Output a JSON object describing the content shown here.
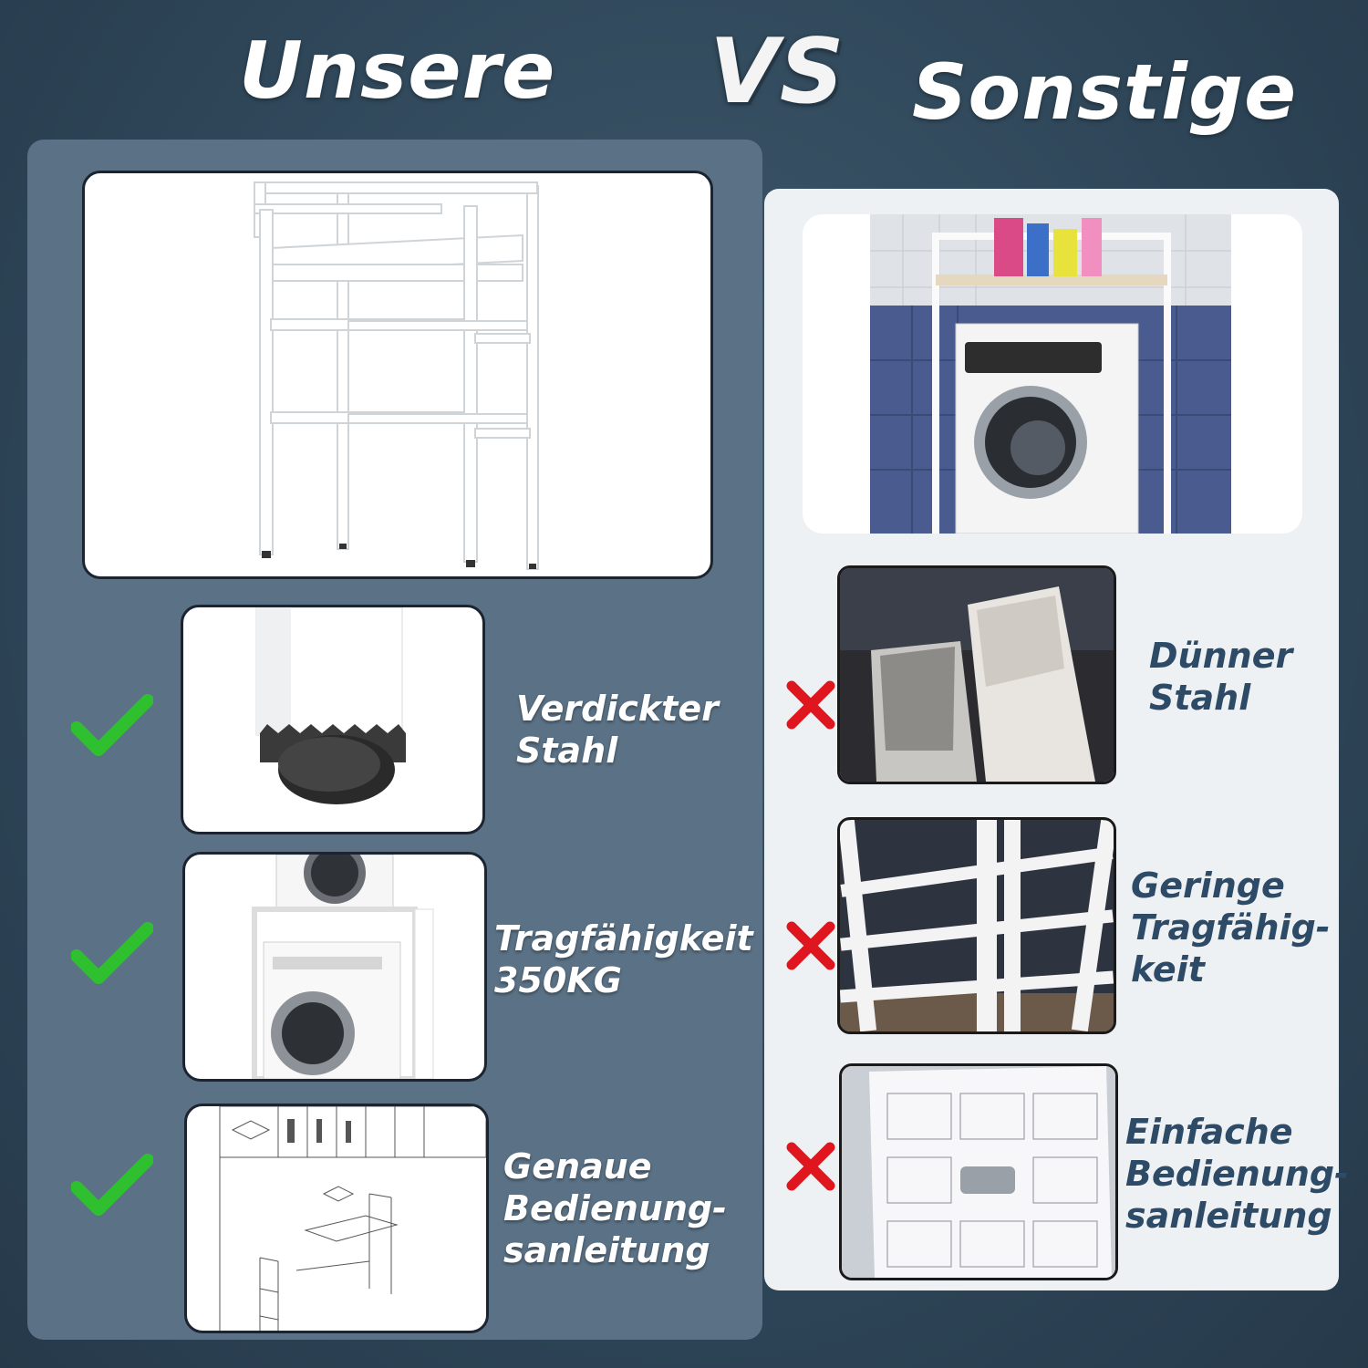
{
  "headings": {
    "left": "Unsere",
    "vs": "VS",
    "right": "Sonstige"
  },
  "ours": {
    "features": [
      {
        "line1": "Verdickter",
        "line2": "Stahl",
        "icon": "check-icon"
      },
      {
        "line1": "Tragfähigkeit",
        "line2": "350KG",
        "icon": "check-icon"
      },
      {
        "line1": "Genaue",
        "line2": "Bedienung-",
        "line3": "sanleitung",
        "icon": "check-icon"
      }
    ]
  },
  "others": {
    "features": [
      {
        "line1": "Dünner",
        "line2": "Stahl",
        "icon": "cross-icon"
      },
      {
        "line1": "Geringe",
        "line2": "Tragfähig-",
        "line3": "keit",
        "icon": "cross-icon"
      },
      {
        "line1": "Einfache",
        "line2": "Bedienung-",
        "line3": "sanleitung",
        "icon": "cross-icon"
      }
    ]
  },
  "colors": {
    "check": "#2fc02f",
    "cross": "#e0161e",
    "left_panel": "#5b7286",
    "right_text": "#2d4a66"
  }
}
